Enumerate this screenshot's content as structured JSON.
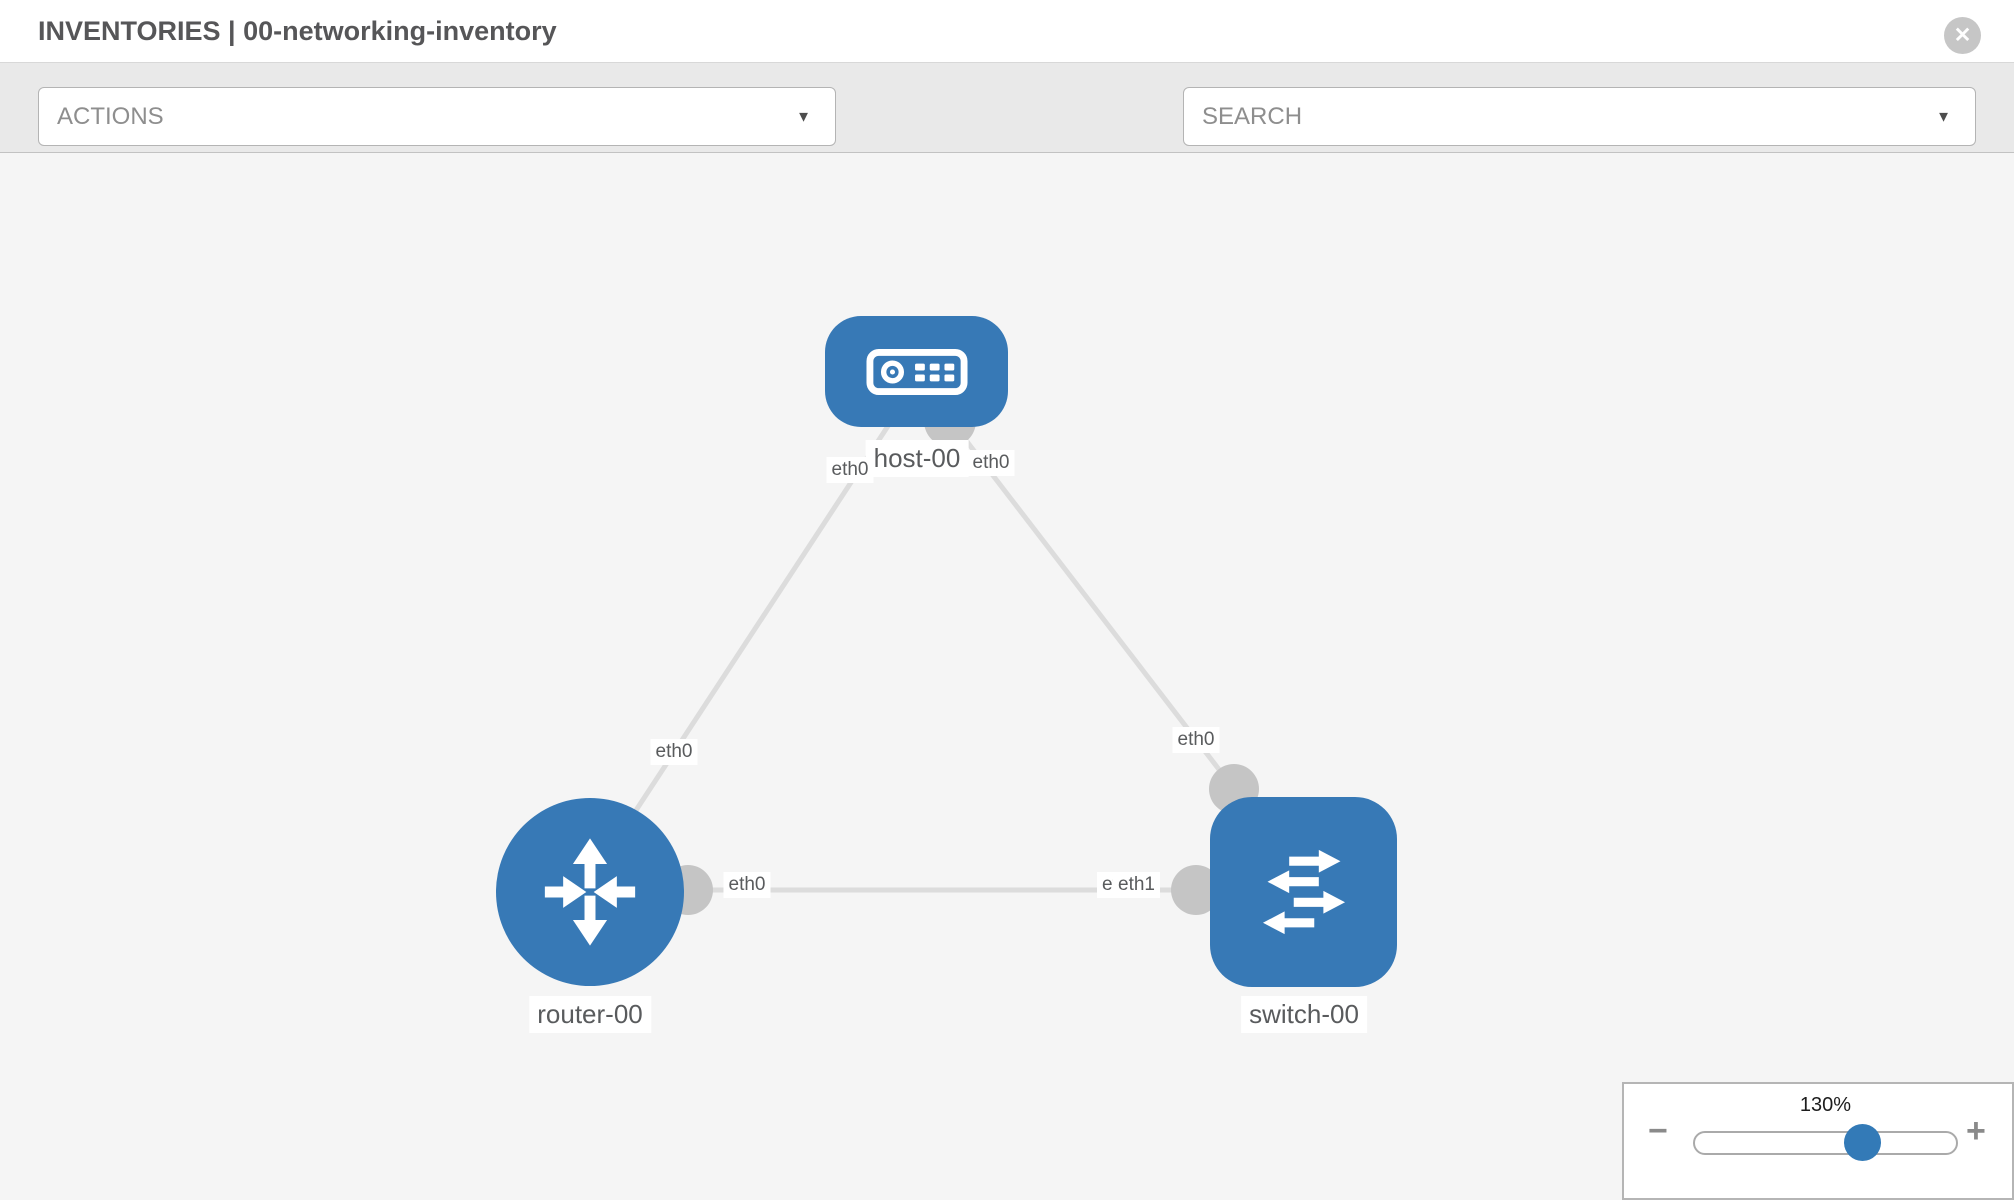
{
  "header": {
    "title": "INVENTORIES | 00-networking-inventory",
    "close_glyph": "✕"
  },
  "toolbar": {
    "actions_label": "ACTIONS",
    "search_label": "SEARCH",
    "caret_glyph": "▼"
  },
  "topology": {
    "nodes": [
      {
        "id": "host-00",
        "type": "host",
        "label": "host-00"
      },
      {
        "id": "router-00",
        "type": "router",
        "label": "router-00"
      },
      {
        "id": "switch-00",
        "type": "switch",
        "label": "switch-00"
      }
    ],
    "links": [
      {
        "from": "host-00",
        "to": "router-00",
        "label_at_host": "eth0",
        "label_at_router": "eth0"
      },
      {
        "from": "host-00",
        "to": "switch-00",
        "label_at_host": "eth0",
        "label_at_switch": "eth0"
      },
      {
        "from": "router-00",
        "to": "switch-00",
        "label_at_router": "eth0",
        "label_at_switch": "eth1",
        "label_at_switch_partial": "et"
      }
    ]
  },
  "zoom_control": {
    "level_label": "130%",
    "value_percent": 130,
    "minus_glyph": "−",
    "plus_glyph": "+"
  },
  "colors": {
    "node_blue": "#3779b6",
    "link_gray": "#dcdcdc",
    "port_gray": "#c5c5c5",
    "toolbar_icon_gray": "#8b919b",
    "slider_thumb_blue": "#337ab7",
    "canvas_bg": "#f5f5f5"
  }
}
